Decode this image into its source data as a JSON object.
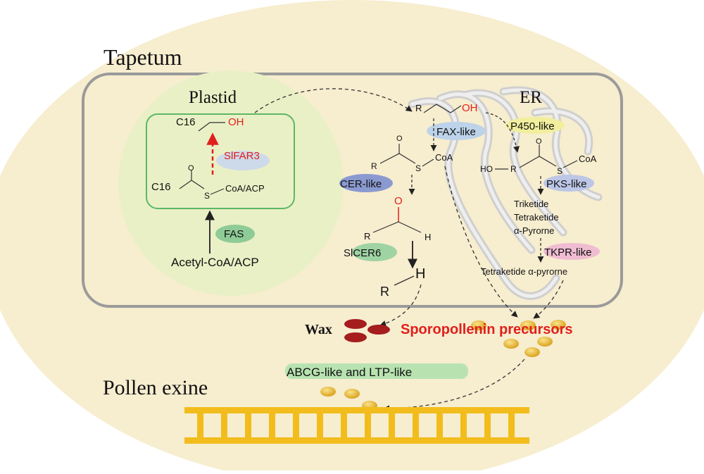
{
  "labels": {
    "tapetum": "Tapetum",
    "plastid": "Plastid",
    "er": "ER",
    "pollen_exine": "Pollen exine",
    "wax": "Wax",
    "sporopollenin": "Sporopollenin precursors"
  },
  "plastid": {
    "c16_top": "C16",
    "oh": "OH",
    "enzyme_far": "SlFAR3",
    "c16_bottom": "C16",
    "s": "S",
    "coa_acp": "CoA/ACP",
    "o": "O",
    "enzyme_fas": "FAS",
    "substrate": "Acetyl-CoA/ACP"
  },
  "er": {
    "r_top": "R",
    "oh_top": "OH",
    "enzyme_fax": "FAX-like",
    "enzyme_p450": "P450-like",
    "acyl_o": "O",
    "acyl_r": "R",
    "acyl_s": "S",
    "acyl_coa": "CoA",
    "enzyme_cer": "CER-like",
    "ald_o": "O",
    "ald_r": "R",
    "ald_h": "H",
    "enzyme_cer6": "SlCER6",
    "alk_h": "H",
    "alk_r": "R",
    "hydroxy_ho": "HO",
    "hydroxy_r": "R",
    "hydroxy_o": "O",
    "hydroxy_s": "S",
    "hydroxy_coa": "CoA",
    "enzyme_pks": "PKS-like",
    "products": [
      "Triketide",
      "Tetraketide",
      "α-Pyrorne"
    ],
    "enzyme_tkpr": "TKPR-like",
    "tkpr_product": "Tetraketide α-pyrorne"
  },
  "transport": {
    "label": "ABCG-like and LTP-like"
  },
  "colors": {
    "cell_fill": "#f7edcf",
    "plastid_fill": "#eaf0c6",
    "plastid_border": "#5cb865",
    "cell_border": "#9a9a9a",
    "highlight_red": "#e0201c",
    "wax_red": "#a51d1d",
    "granule_gold": "#e2b230",
    "exine_gold": "#f2bd1c"
  }
}
